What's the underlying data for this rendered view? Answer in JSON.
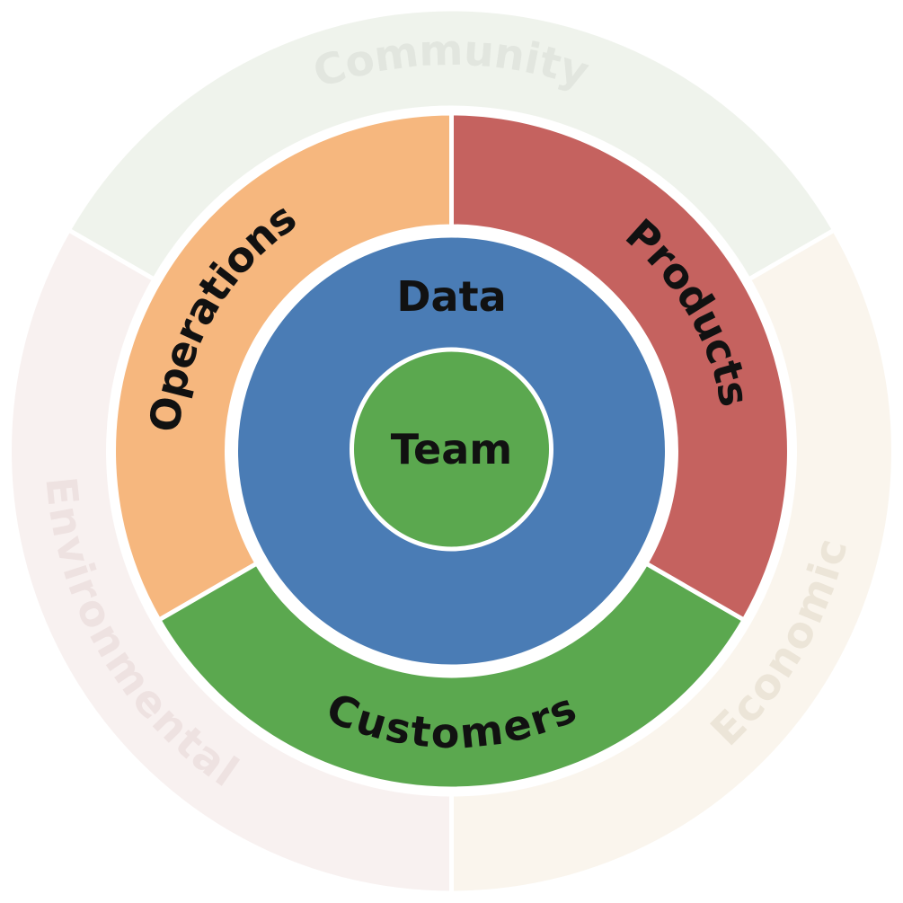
{
  "diagram": {
    "type": "concentric-rings",
    "text_color": "#111111",
    "divider_color": "#ffffff",
    "center_circle": {
      "label": "Team",
      "color": "#5BA84F"
    },
    "inner_circle": {
      "label": "Data",
      "color": "#4A7CB5"
    },
    "middle_ring": {
      "segments": [
        {
          "label": "Operations",
          "color": "#F6B77E",
          "position": "upper-left",
          "start_angle": 90,
          "end_angle": 210
        },
        {
          "label": "Products",
          "color": "#C5625F",
          "position": "upper-right",
          "start_angle": 330,
          "end_angle": 90
        },
        {
          "label": "Customers",
          "color": "#5BA84F",
          "position": "bottom",
          "start_angle": 210,
          "end_angle": 330
        }
      ]
    },
    "outer_ring": {
      "segments": [
        {
          "label": "Community",
          "color": "#EFF3EC",
          "label_color": "#E2E6DF",
          "position": "top",
          "start_angle": 30,
          "end_angle": 150
        },
        {
          "label": "Environmental",
          "color": "#F8F1F0",
          "label_color": "#EEE2E1",
          "position": "lower-left",
          "start_angle": 150,
          "end_angle": 270
        },
        {
          "label": "Economic",
          "color": "#FAF5ED",
          "label_color": "#ECE5D8",
          "position": "lower-right",
          "start_angle": 270,
          "end_angle": 30
        }
      ]
    }
  }
}
